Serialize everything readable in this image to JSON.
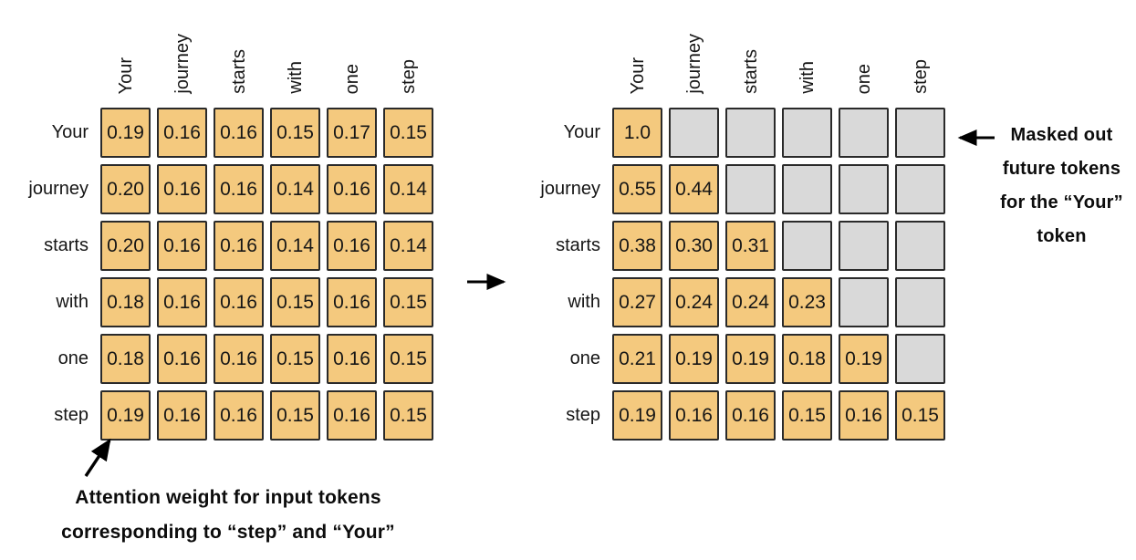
{
  "colors": {
    "cell_fill": "#f4c97e",
    "masked_fill": "#d9d9d9",
    "cell_border": "#2a2a2a",
    "arrow": "#000000"
  },
  "tokens": [
    "Your",
    "journey",
    "starts",
    "with",
    "one",
    "step"
  ],
  "left_matrix": {
    "rows": [
      {
        "label": "Your",
        "values": [
          "0.19",
          "0.16",
          "0.16",
          "0.15",
          "0.17",
          "0.15"
        ]
      },
      {
        "label": "journey",
        "values": [
          "0.20",
          "0.16",
          "0.16",
          "0.14",
          "0.16",
          "0.14"
        ]
      },
      {
        "label": "starts",
        "values": [
          "0.20",
          "0.16",
          "0.16",
          "0.14",
          "0.16",
          "0.14"
        ]
      },
      {
        "label": "with",
        "values": [
          "0.18",
          "0.16",
          "0.16",
          "0.15",
          "0.16",
          "0.15"
        ]
      },
      {
        "label": "one",
        "values": [
          "0.18",
          "0.16",
          "0.16",
          "0.15",
          "0.16",
          "0.15"
        ]
      },
      {
        "label": "step",
        "values": [
          "0.19",
          "0.16",
          "0.16",
          "0.15",
          "0.16",
          "0.15"
        ]
      }
    ]
  },
  "right_matrix": {
    "rows": [
      {
        "label": "Your",
        "values": [
          "1.0",
          null,
          null,
          null,
          null,
          null
        ]
      },
      {
        "label": "journey",
        "values": [
          "0.55",
          "0.44",
          null,
          null,
          null,
          null
        ]
      },
      {
        "label": "starts",
        "values": [
          "0.38",
          "0.30",
          "0.31",
          null,
          null,
          null
        ]
      },
      {
        "label": "with",
        "values": [
          "0.27",
          "0.24",
          "0.24",
          "0.23",
          null,
          null
        ]
      },
      {
        "label": "one",
        "values": [
          "0.21",
          "0.19",
          "0.19",
          "0.18",
          "0.19",
          null
        ]
      },
      {
        "label": "step",
        "values": [
          "0.19",
          "0.16",
          "0.16",
          "0.15",
          "0.16",
          "0.15"
        ]
      }
    ]
  },
  "annotations": {
    "masked_note_lines": [
      "Masked out",
      "future tokens",
      "for the “Your”",
      "token"
    ],
    "attention_note_lines": [
      "Attention weight for input tokens",
      "corresponding to “step” and “Your”"
    ]
  }
}
